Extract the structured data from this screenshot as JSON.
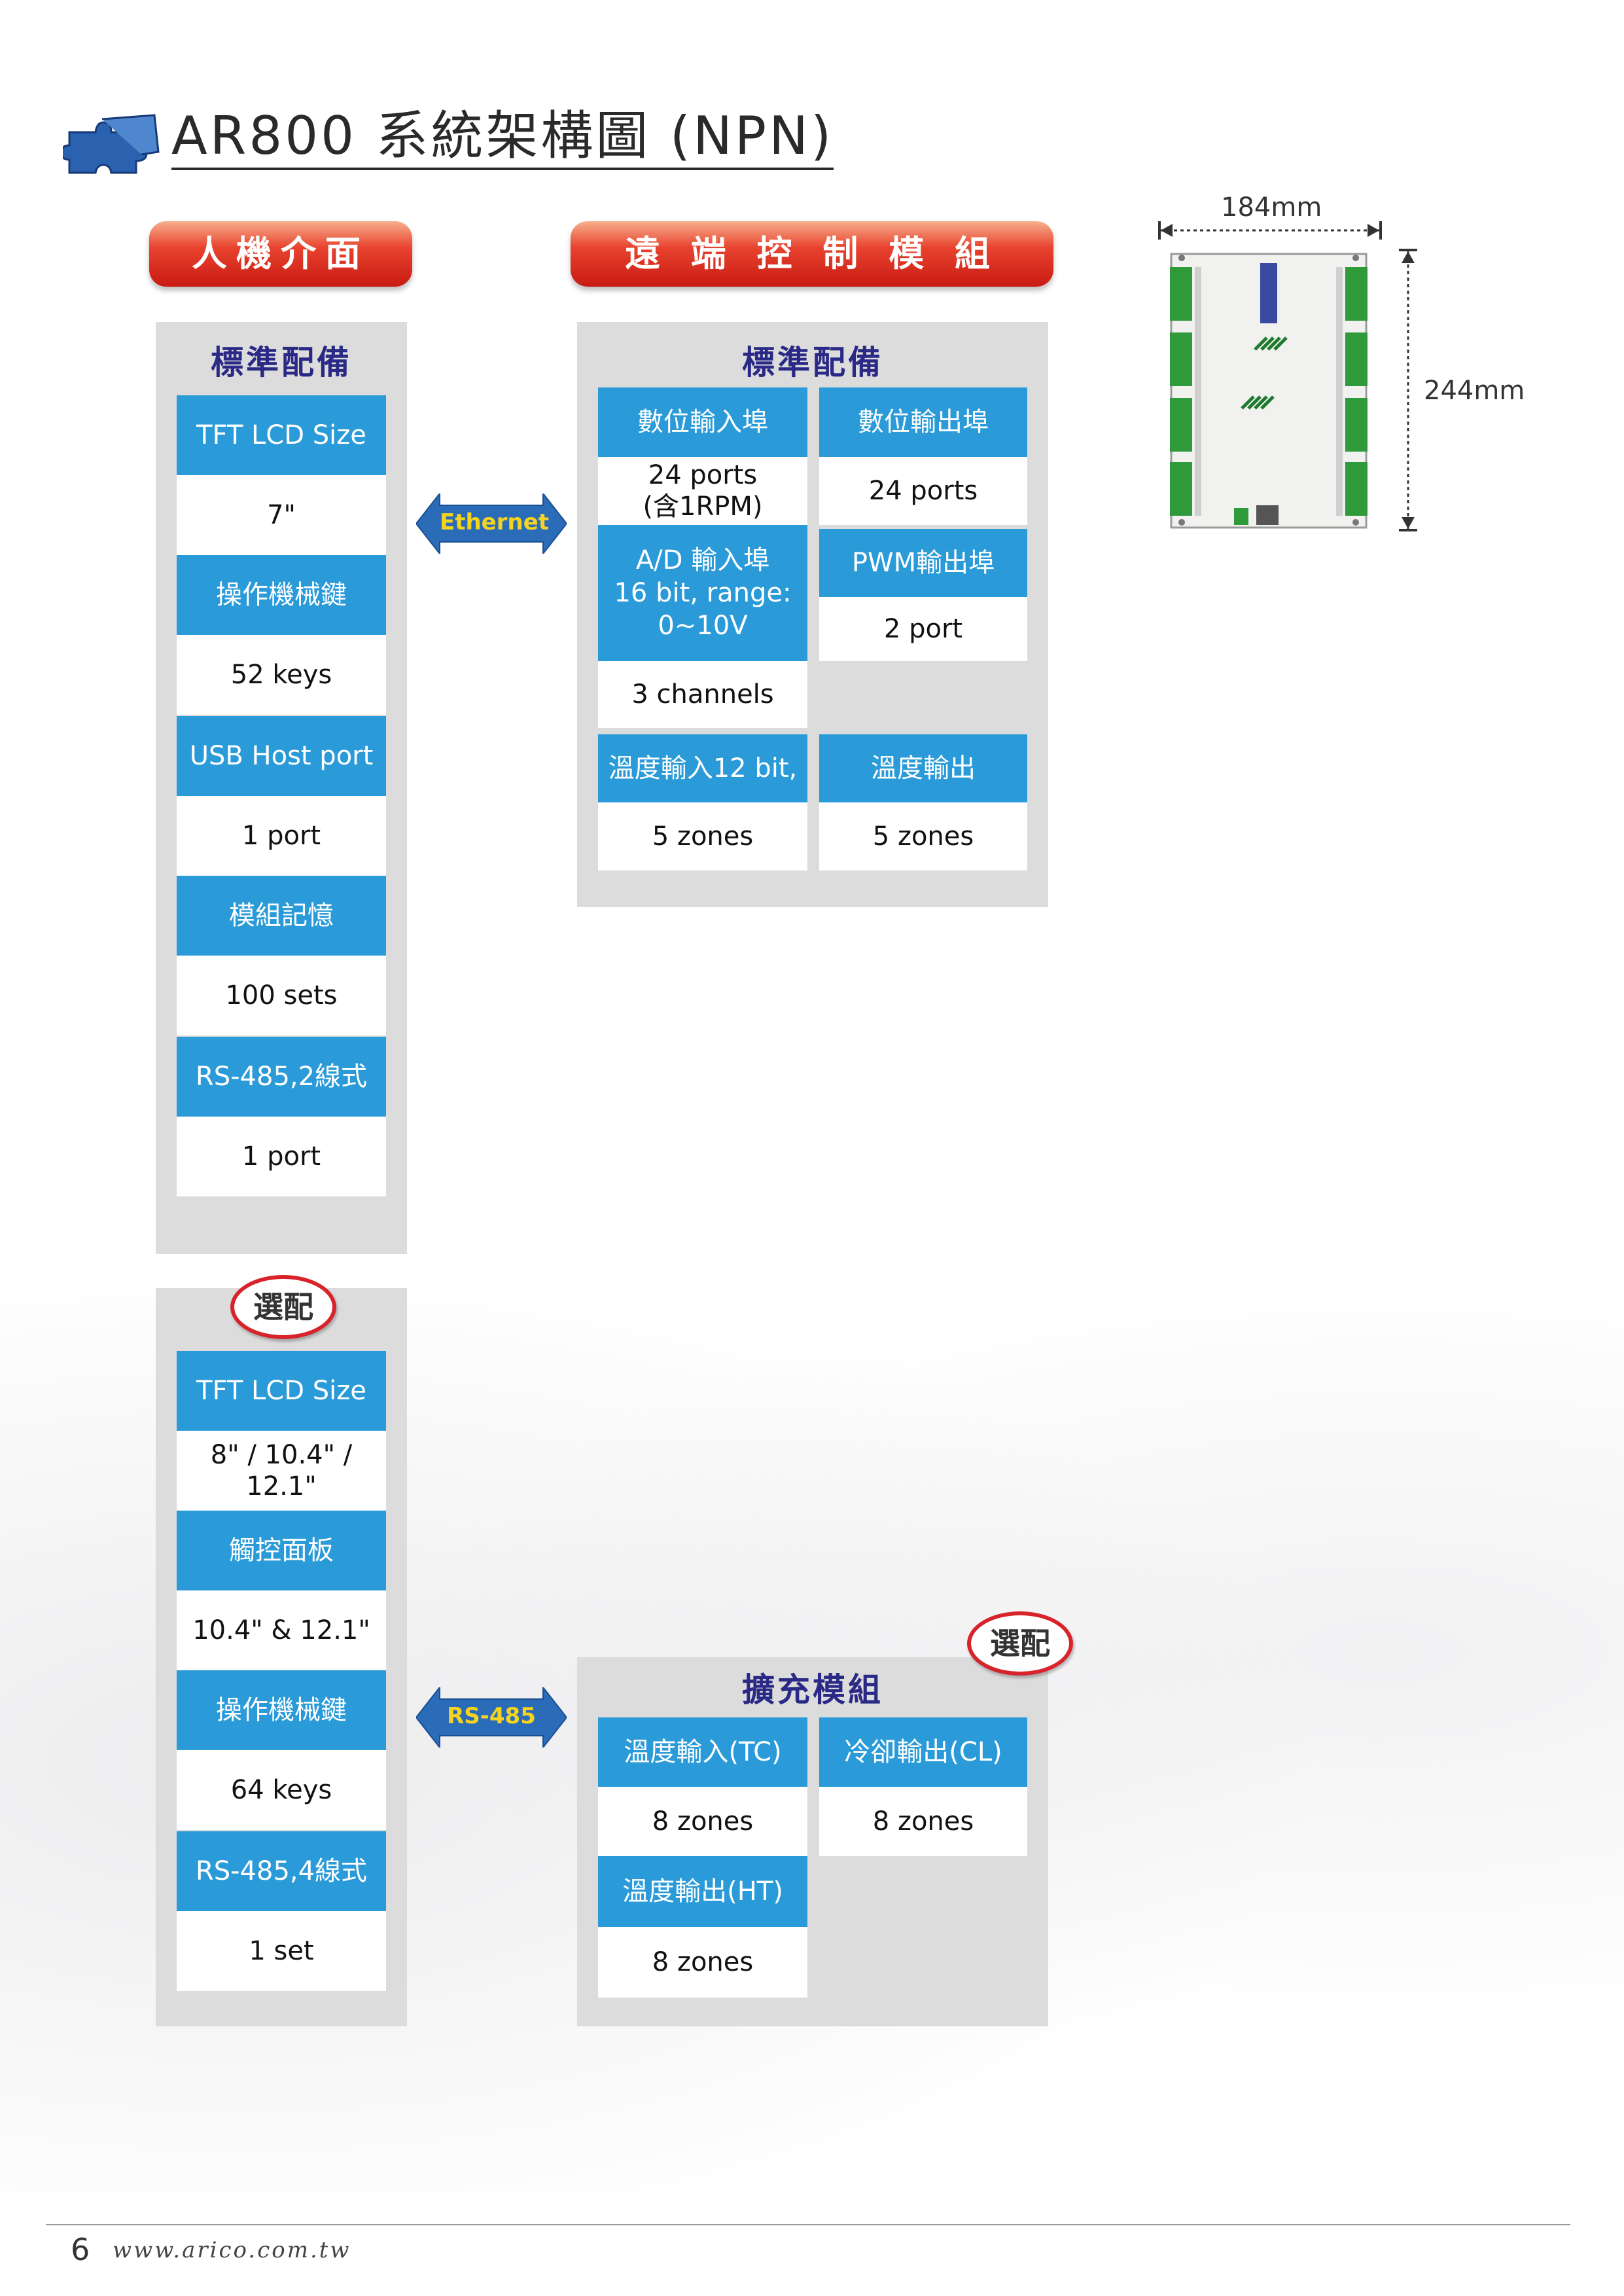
{
  "header": {
    "title": "AR800 系統架構圖 (NPN)",
    "logo_icon": "puzzle-icon"
  },
  "hmi": {
    "banner": "人機介面",
    "standard": {
      "title": "標準配備",
      "rows": [
        {
          "h": "TFT LCD Size",
          "v": "7\""
        },
        {
          "h": "操作機械鍵",
          "v": "52 keys"
        },
        {
          "h": "USB Host port",
          "v": "1 port"
        },
        {
          "h": "模組記憶",
          "v": "100 sets"
        },
        {
          "h": "RS-485,2線式",
          "v": "1 port"
        }
      ]
    },
    "optional": {
      "badge": "選配",
      "rows": [
        {
          "h": "TFT LCD Size",
          "v": "8\" / 10.4\" / 12.1\""
        },
        {
          "h": "觸控面板",
          "v": "10.4\" & 12.1\""
        },
        {
          "h": "操作機械鍵",
          "v": "64 keys"
        },
        {
          "h": "RS-485,4線式",
          "v": "1 set"
        }
      ]
    }
  },
  "links": {
    "ethernet": "Ethernet",
    "rs485": "RS-485"
  },
  "remote": {
    "banner": "遠 端 控 制 模 組",
    "standard": {
      "title": "標準配備",
      "cells": [
        {
          "h": "數位輸入埠",
          "v": "24 ports\n(含1RPM)"
        },
        {
          "h": "數位輸出埠",
          "v": "24 ports"
        },
        {
          "h": "A/D 輸入埠\n16 bit, range:\n0~10V",
          "v": "3 channels"
        },
        {
          "h": "PWM輸出埠",
          "v": "2 port"
        },
        {
          "h": "溫度輸入12 bit,",
          "v": "5 zones"
        },
        {
          "h": "溫度輸出",
          "v": "5 zones"
        }
      ]
    }
  },
  "expansion": {
    "badge": "選配",
    "title": "擴充模組",
    "cells": [
      {
        "h": "溫度輸入(TC)",
        "v": "8 zones"
      },
      {
        "h": "冷卻輸出(CL)",
        "v": "8 zones"
      },
      {
        "h": "溫度輸出(HT)",
        "v": "8 zones"
      }
    ]
  },
  "device": {
    "width_label": "184mm",
    "height_label": "244mm",
    "image_icon": "controller-board-icon"
  },
  "footer": {
    "page_number": "6",
    "url": "www.arico.com.tw"
  },
  "colors": {
    "header_cell": "#2a9bd8",
    "panel": "#dcdcdd",
    "banner_red": "#d9251b",
    "panel_title": "#2a2a86",
    "arrow_blue": "#2b6cb8",
    "arrow_text": "#f6d41e"
  }
}
